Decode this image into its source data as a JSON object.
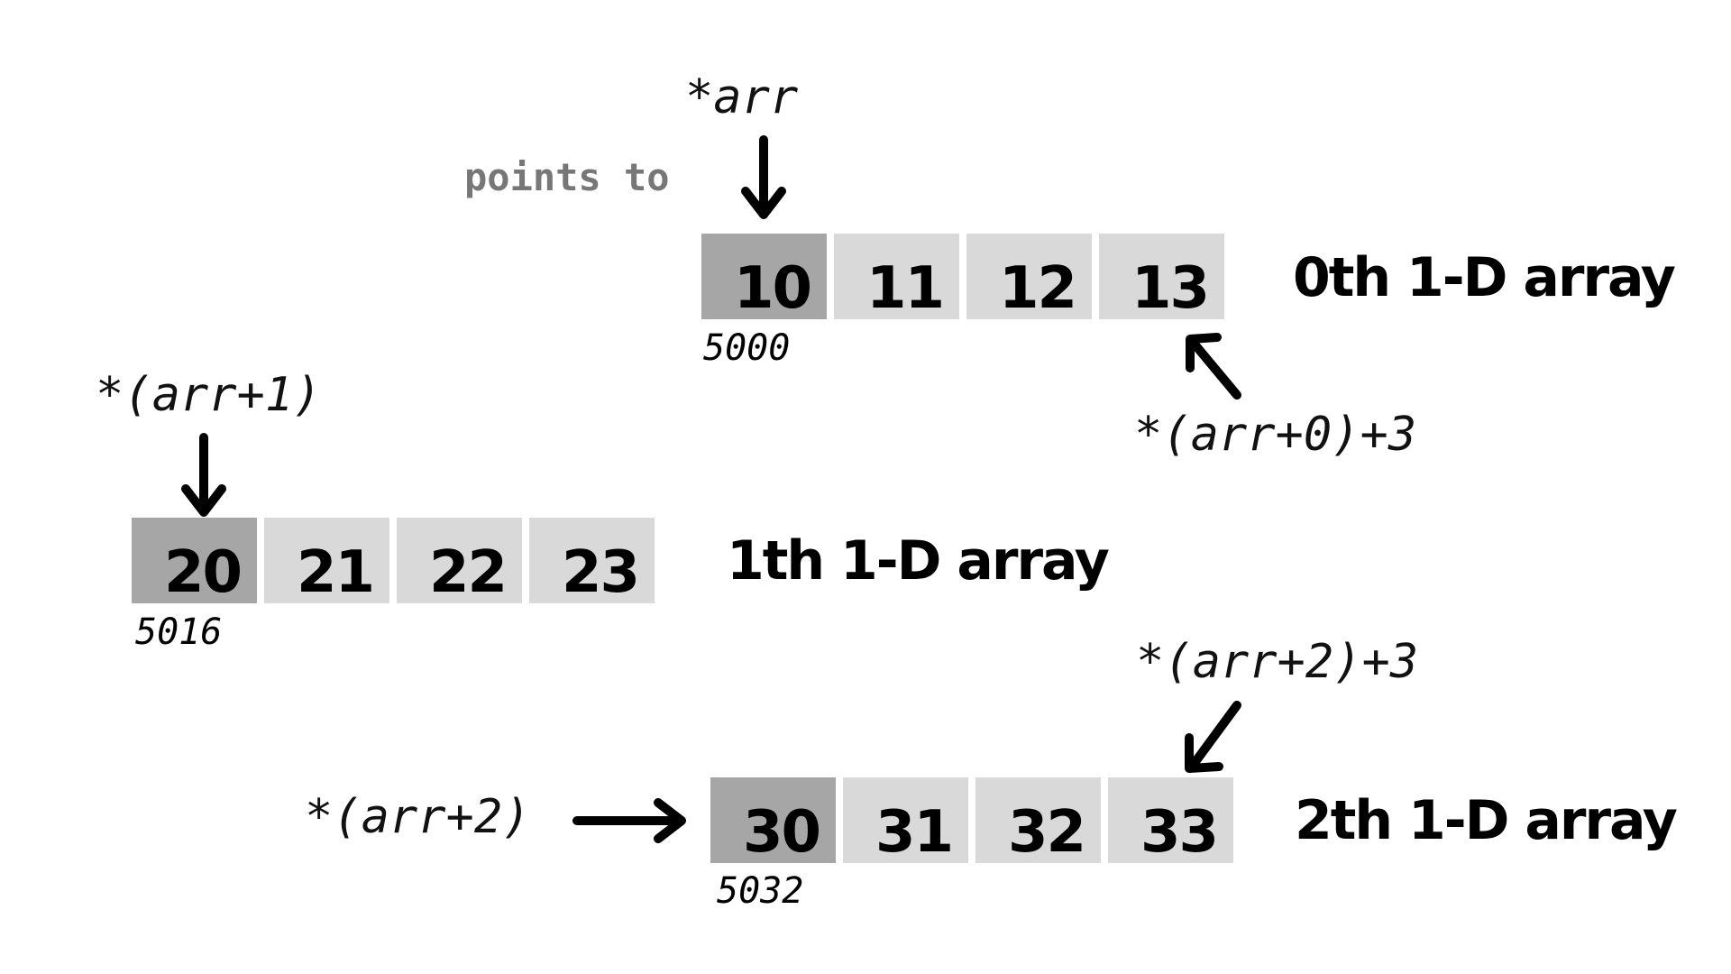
{
  "arrays": [
    {
      "cells": [
        "10",
        "11",
        "12",
        "13"
      ],
      "address": "5000",
      "label": "0th 1-D array",
      "start_pointer": "*arr",
      "end_pointer": "*(arr+0)+3",
      "hint": "points to"
    },
    {
      "cells": [
        "20",
        "21",
        "22",
        "23"
      ],
      "address": "5016",
      "label": "1th 1-D array",
      "start_pointer": "*(arr+1)"
    },
    {
      "cells": [
        "30",
        "31",
        "32",
        "33"
      ],
      "address": "5032",
      "label": "2th 1-D array",
      "start_pointer": "*(arr+2)",
      "end_pointer": "*(arr+2)+3"
    }
  ],
  "colors": {
    "first_cell": "#a6a6a6",
    "cell": "#d9d9d9",
    "hint_text": "#777777"
  }
}
